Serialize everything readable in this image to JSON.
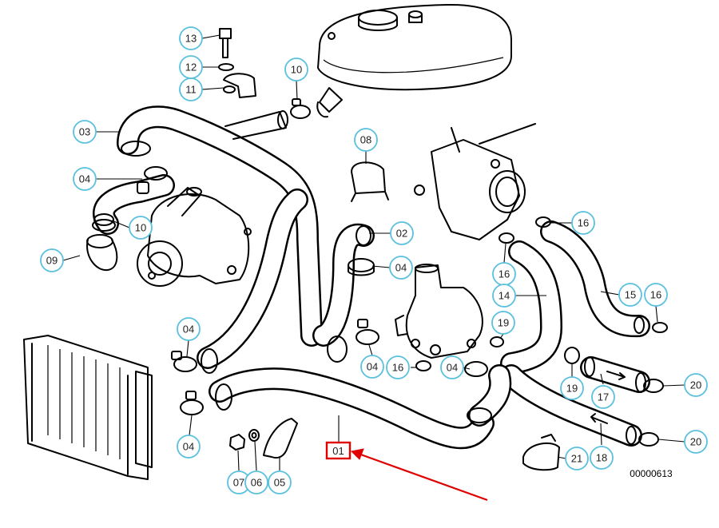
{
  "diagram": {
    "reference_number": "00000613",
    "highlight": {
      "label": "01",
      "color": "#e00000"
    },
    "callout_color": "#5bc0de",
    "callouts": [
      {
        "id": "c13",
        "label": "13"
      },
      {
        "id": "c12",
        "label": "12"
      },
      {
        "id": "c11",
        "label": "11"
      },
      {
        "id": "c10a",
        "label": "10"
      },
      {
        "id": "c03",
        "label": "03"
      },
      {
        "id": "c08",
        "label": "08"
      },
      {
        "id": "c04a",
        "label": "04"
      },
      {
        "id": "c10b",
        "label": "10"
      },
      {
        "id": "c02",
        "label": "02"
      },
      {
        "id": "c16a",
        "label": "16"
      },
      {
        "id": "c09",
        "label": "09"
      },
      {
        "id": "c04b",
        "label": "04"
      },
      {
        "id": "c16b",
        "label": "16"
      },
      {
        "id": "c14",
        "label": "14"
      },
      {
        "id": "c15",
        "label": "15"
      },
      {
        "id": "c16c",
        "label": "16"
      },
      {
        "id": "c04c",
        "label": "04"
      },
      {
        "id": "c19a",
        "label": "19"
      },
      {
        "id": "c04d",
        "label": "04"
      },
      {
        "id": "c16d",
        "label": "16"
      },
      {
        "id": "c04e",
        "label": "04"
      },
      {
        "id": "c19b",
        "label": "19"
      },
      {
        "id": "c20a",
        "label": "20"
      },
      {
        "id": "c17",
        "label": "17"
      },
      {
        "id": "c04f",
        "label": "04"
      },
      {
        "id": "c20b",
        "label": "20"
      },
      {
        "id": "c21",
        "label": "21"
      },
      {
        "id": "c18",
        "label": "18"
      },
      {
        "id": "c07",
        "label": "07"
      },
      {
        "id": "c06",
        "label": "06"
      },
      {
        "id": "c05",
        "label": "05"
      }
    ]
  }
}
